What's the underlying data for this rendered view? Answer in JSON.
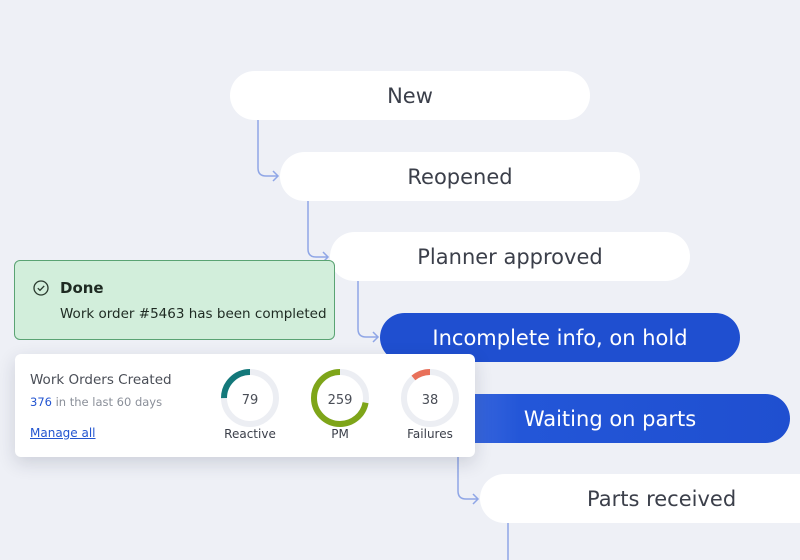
{
  "workflow": {
    "states": [
      {
        "label": "New",
        "style": "default"
      },
      {
        "label": "Reopened",
        "style": "default"
      },
      {
        "label": "Planner approved",
        "style": "default"
      },
      {
        "label": "Incomplete info, on hold",
        "style": "highlighted"
      },
      {
        "label": "Waiting on parts",
        "style": "highlighted"
      },
      {
        "label": "Parts received",
        "style": "default"
      }
    ],
    "connector_color": "#8fa6e6",
    "highlight_color": "#1f4fd0"
  },
  "toast": {
    "icon": "check-circle-icon",
    "title": "Done",
    "message": "Work order #5463 has been completed"
  },
  "summary": {
    "title": "Work Orders Created",
    "count": "376",
    "period": "in the last 60 days",
    "manage_label": "Manage all",
    "gauges": [
      {
        "value": "79",
        "label": "Reactive",
        "fill_fraction": 0.25,
        "color": "#13787a"
      },
      {
        "value": "259",
        "label": "PM",
        "fill_fraction": 0.72,
        "color": "#7ea519"
      },
      {
        "value": "38",
        "label": "Failures",
        "fill_fraction": 0.11,
        "color": "#e8705a"
      }
    ]
  }
}
